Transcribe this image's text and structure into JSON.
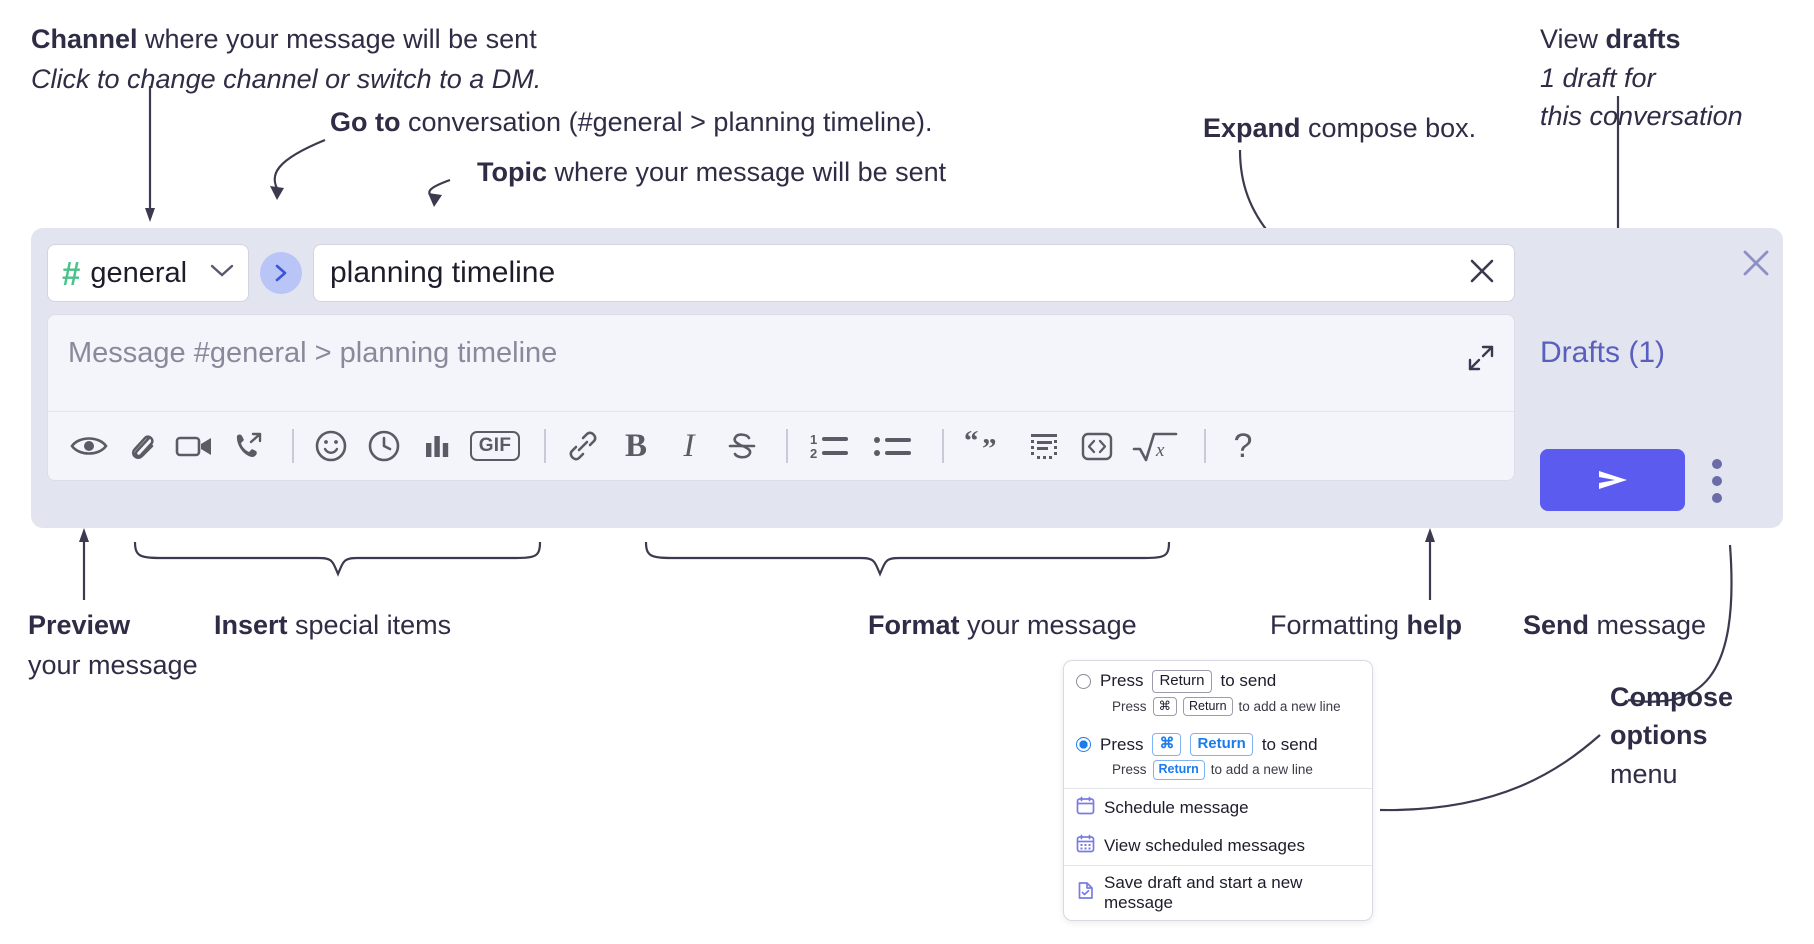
{
  "annotations": {
    "channel": {
      "bold": "Channel",
      "rest": " where your message will be sent",
      "italic": "Click to change channel or switch to a DM."
    },
    "goto": {
      "bold": "Go to",
      "rest": " conversation (#general > planning timeline)."
    },
    "topic": {
      "bold": "Topic",
      "rest": " where your message will be sent"
    },
    "expand": {
      "bold": "Expand",
      "rest": " compose box."
    },
    "drafts": {
      "line1_pre": "View ",
      "line1_bold": "drafts",
      "line2": "1 draft for",
      "line3": "this conversation"
    },
    "preview": {
      "bold": "Preview",
      "line2": "your message"
    },
    "insert": {
      "bold": "Insert",
      "rest": " special items"
    },
    "format": {
      "bold": "Format",
      "rest": " your message"
    },
    "help": {
      "pre": "Formatting ",
      "bold": "help"
    },
    "send": {
      "bold": "Send",
      "rest": " message"
    },
    "compose_options": {
      "bold1": "Compose",
      "bold2": "options",
      "rest": "menu"
    }
  },
  "compose": {
    "channel": {
      "hash": "#",
      "name": "general",
      "caret_icon": "chevron-down-icon"
    },
    "goto_button": {
      "icon": "chevron-right-icon"
    },
    "topic": {
      "value": "planning timeline",
      "clear_icon": "close-icon"
    },
    "message": {
      "placeholder": "Message #general > planning timeline",
      "expand_icon": "expand-icon"
    },
    "toolbar": [
      {
        "name": "preview-icon",
        "label": "eye"
      },
      {
        "name": "attachment-icon",
        "label": "paperclip"
      },
      {
        "name": "video-icon",
        "label": "video camera"
      },
      {
        "name": "huddle-icon",
        "label": "phone with arrow"
      },
      {
        "name": "divider",
        "label": "|"
      },
      {
        "name": "emoji-icon",
        "label": "smiley"
      },
      {
        "name": "schedule-icon",
        "label": "clock"
      },
      {
        "name": "poll-icon",
        "label": "bar chart"
      },
      {
        "name": "gif-icon",
        "label": "GIF"
      },
      {
        "name": "divider",
        "label": "|"
      },
      {
        "name": "link-icon",
        "label": "link"
      },
      {
        "name": "bold-icon",
        "label": "B"
      },
      {
        "name": "italic-icon",
        "label": "I"
      },
      {
        "name": "strikethrough-icon",
        "label": "S"
      },
      {
        "name": "divider",
        "label": "|"
      },
      {
        "name": "ordered-list-icon",
        "label": "1 2 list"
      },
      {
        "name": "bulleted-list-icon",
        "label": "bullet list"
      },
      {
        "name": "divider",
        "label": "|"
      },
      {
        "name": "blockquote-icon",
        "label": "quote"
      },
      {
        "name": "code-block-icon",
        "label": "code block"
      },
      {
        "name": "inline-code-icon",
        "label": "<>"
      },
      {
        "name": "math-icon",
        "label": "sqrt x"
      },
      {
        "name": "divider",
        "label": "|"
      },
      {
        "name": "formatting-help-icon",
        "label": "?"
      }
    ],
    "gif_label": "GIF",
    "bold_label": "B",
    "italic_label": "I",
    "help_label": "?",
    "drafts_label": "Drafts (1)",
    "send_icon": "send-paper-plane-icon",
    "close_icon": "close-icon",
    "kebab_icon": "more-options-icon"
  },
  "menu": {
    "option1": {
      "pre": "Press",
      "key": "Return",
      "post": "to send",
      "sub_pre": "Press",
      "sub_key1": "⌘",
      "sub_key2": "Return",
      "sub_post": "to add a new line",
      "selected": false
    },
    "option2": {
      "pre": "Press",
      "key1": "⌘",
      "key2": "Return",
      "post": "to send",
      "sub_pre": "Press",
      "sub_key": "Return",
      "sub_post": "to add a new line",
      "selected": true
    },
    "items": [
      {
        "label": "Schedule message",
        "icon": "calendar-icon"
      },
      {
        "label": "View scheduled messages",
        "icon": "calendar-grid-icon"
      },
      {
        "label": "Save draft and start a new message",
        "icon": "document-check-icon"
      }
    ]
  },
  "colors": {
    "accent_purple": "#5b5bf0",
    "panel_bg": "#e2e4f0",
    "hash_green": "#4bc28a",
    "goto_blue": "#b9c4f7",
    "drafts_text": "#5a5fbe",
    "radio_blue": "#1a7ced",
    "menu_icon_purple": "#7b7ce0"
  }
}
